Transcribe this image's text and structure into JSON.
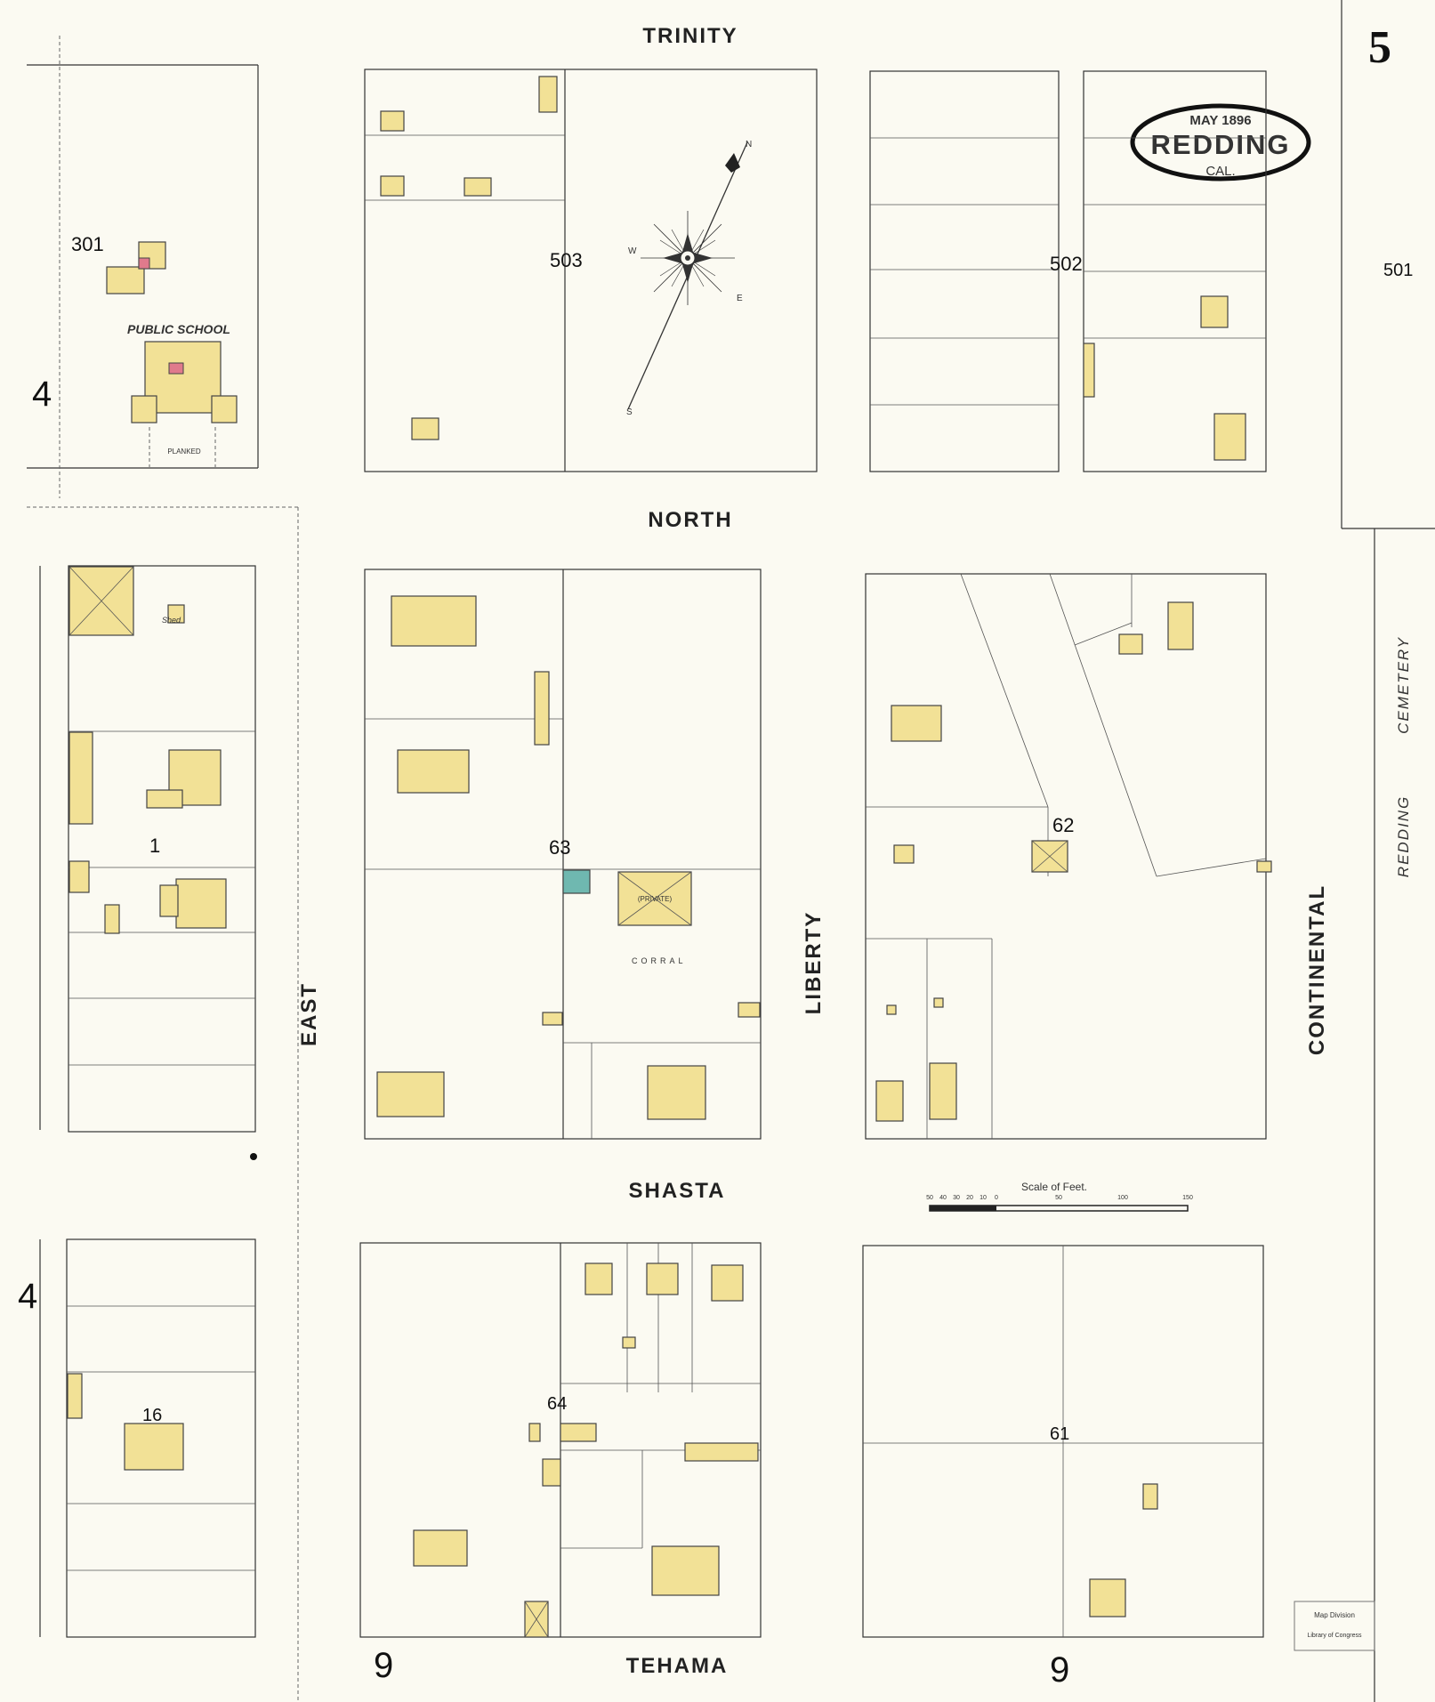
{
  "sheet": {
    "page_number": "5",
    "title_date": "MAY 1896",
    "title_city": "REDDING",
    "title_state": "CAL."
  },
  "streets": {
    "trinity": "TRINITY",
    "north": "NORTH",
    "shasta": "SHASTA",
    "tehama": "TEHAMA",
    "east": "EAST",
    "liberty": "LIBERTY",
    "continental": "CONTINENTAL",
    "cemetery_1": "REDDING",
    "cemetery_2": "CEMETERY"
  },
  "blocks": {
    "b301": "301",
    "b503": "503",
    "b502": "502",
    "b501": "501",
    "b1": "1",
    "b63": "63",
    "b62": "62",
    "b16": "16",
    "b64": "64",
    "b61": "61"
  },
  "labels": {
    "public_school": "PUBLIC SCHOOL",
    "planked": "PLANKED",
    "corral": "CORRAL",
    "private": "(PRIVATE)",
    "shed": "Shed",
    "scale_title": "Scale of Feet.",
    "four_a": "4",
    "four_b": "4",
    "nine_a": "9",
    "nine_b": "9",
    "stamp_line1": "Map Division",
    "stamp_line2": "Library of Congress"
  },
  "compass": {
    "n": "N",
    "e": "E",
    "s": "S",
    "w": "W"
  },
  "scale_ticks": [
    "50",
    "40",
    "30",
    "20",
    "10",
    "0",
    "50",
    "100",
    "150"
  ],
  "colors": {
    "building": "#f2e196",
    "paper": "#fbfaf2",
    "brick": "#e07a8c",
    "stone": "#6fb8b0"
  }
}
